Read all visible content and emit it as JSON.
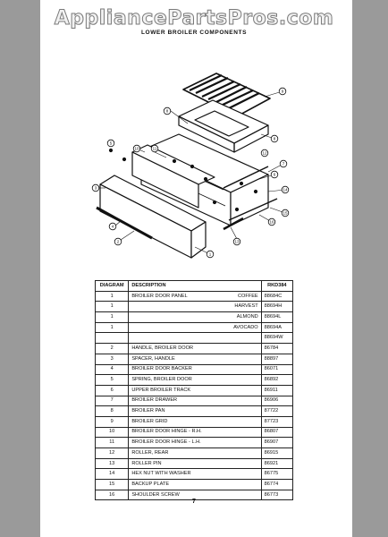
{
  "header": {
    "watermark": "AppliancePartsPros.com",
    "section_title": "LOWER BROILER COMPONENTS"
  },
  "diagram": {
    "callouts": [
      "1",
      "2",
      "3",
      "4",
      "5",
      "6",
      "7",
      "8",
      "9",
      "10",
      "11",
      "12",
      "13",
      "14",
      "15",
      "16"
    ]
  },
  "table": {
    "columns": [
      "DIAGRAM",
      "DESCRIPTION",
      "RKD384"
    ],
    "rows": [
      {
        "num": "1",
        "desc": "BROILER DOOR PANEL",
        "variant": "COFFEE",
        "part": "88684C"
      },
      {
        "num": "1",
        "desc": "",
        "variant": "HARVEST",
        "part": "88694H"
      },
      {
        "num": "1",
        "desc": "",
        "variant": "ALMOND",
        "part": "88694L"
      },
      {
        "num": "1",
        "desc": "",
        "variant": "AVOCADO",
        "part": "88694A"
      },
      {
        "num": "",
        "desc": "",
        "variant": "",
        "part": "88694W"
      },
      {
        "num": "2",
        "desc": "HANDLE, BROILER DOOR",
        "variant": "",
        "part": "86784"
      },
      {
        "num": "3",
        "desc": "SPACER, HANDLE",
        "variant": "",
        "part": "88897"
      },
      {
        "num": "4",
        "desc": "BROILER DOOR BACKER",
        "variant": "",
        "part": "86071"
      },
      {
        "num": "5",
        "desc": "SPRING, BROILER DOOR",
        "variant": "",
        "part": "86892"
      },
      {
        "num": "6",
        "desc": "UPPER BROILER TRACK",
        "variant": "",
        "part": "86911"
      },
      {
        "num": "7",
        "desc": "BROILER DRAWER",
        "variant": "",
        "part": "86906"
      },
      {
        "num": "8",
        "desc": "BROILER PAN",
        "variant": "",
        "part": "87722"
      },
      {
        "num": "9",
        "desc": "BROILER GRID",
        "variant": "",
        "part": "87723"
      },
      {
        "num": "10",
        "desc": "BROILER DOOR HINGE - R.H.",
        "variant": "",
        "part": "86807"
      },
      {
        "num": "11",
        "desc": "BROILER DOOR HINGE - L.H.",
        "variant": "",
        "part": "86907"
      },
      {
        "num": "12",
        "desc": "ROLLER, REAR",
        "variant": "",
        "part": "86915"
      },
      {
        "num": "13",
        "desc": "ROLLER PIN",
        "variant": "",
        "part": "86921"
      },
      {
        "num": "14",
        "desc": "HEX NUT WITH WASHER",
        "variant": "",
        "part": "86775"
      },
      {
        "num": "15",
        "desc": "BACKUP PLATE",
        "variant": "",
        "part": "86774"
      },
      {
        "num": "16",
        "desc": "SHOULDER SCREW",
        "variant": "",
        "part": "86773"
      }
    ]
  },
  "footer": {
    "page_number": "7"
  }
}
